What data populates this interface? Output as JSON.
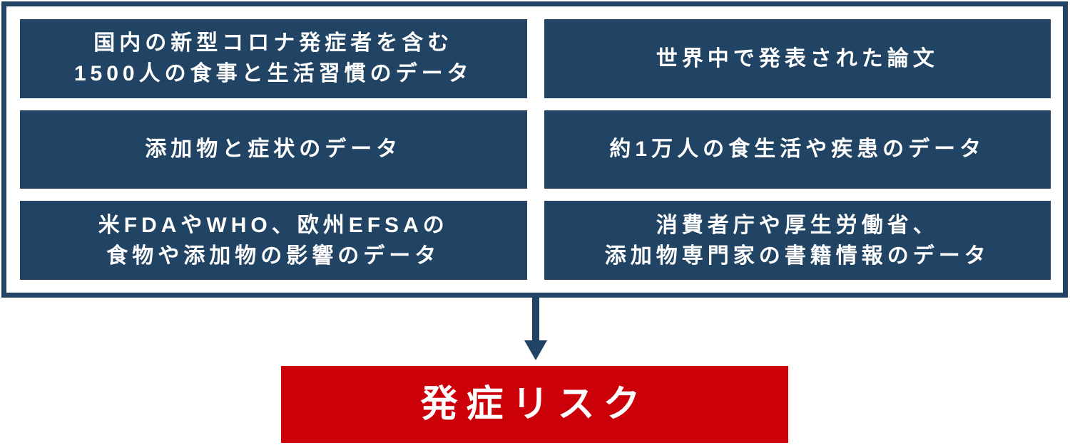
{
  "colors": {
    "navy": "#224464",
    "red": "#CC0009",
    "text_white": "#FFFFFF"
  },
  "source_boxes": [
    {
      "line1": "国内の新型コロナ発症者を含む",
      "line2": "1500人の食事と生活習慣のデータ"
    },
    {
      "line1": "世界中で発表された論文",
      "line2": ""
    },
    {
      "line1": "添加物と症状のデータ",
      "line2": ""
    },
    {
      "line1": "約1万人の食生活や疾患のデータ",
      "line2": ""
    },
    {
      "line1": "米FDAやWHO、欧州EFSAの",
      "line2": "食物や添加物の影響のデータ"
    },
    {
      "line1": "消費者庁や厚生労働省、",
      "line2": "添加物専門家の書籍情報のデータ"
    }
  ],
  "result_box": {
    "label": "発症リスク"
  }
}
